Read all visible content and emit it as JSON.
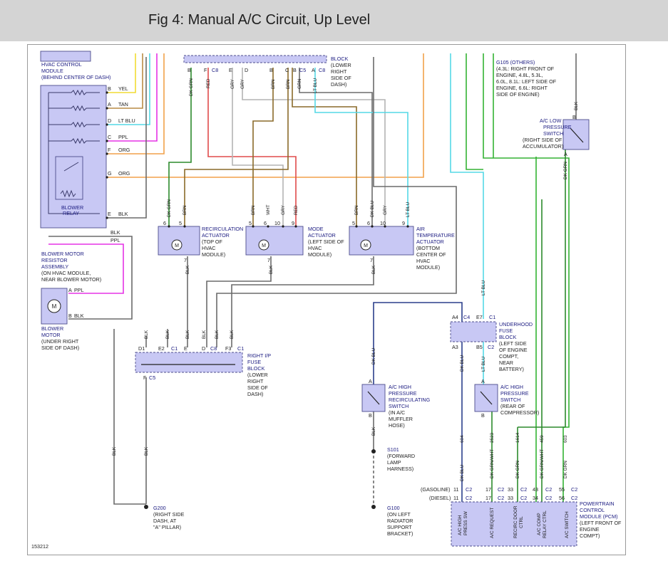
{
  "header": {
    "title": "Fig 4: Manual A/C Circuit, Up Level"
  },
  "figure_id": "153212",
  "colors": {
    "blk": "#6b6b6b",
    "yel": "#f2dc33",
    "tan": "#b98c45",
    "ltblu": "#55d8e6",
    "ppl": "#e533e5",
    "org": "#f2a14a",
    "dkgrn": "#2c8a2c",
    "brn": "#8a6a2a",
    "red": "#e04b4b",
    "gry": "#b4b4b4",
    "dkblu": "#2b3f8c",
    "wht": "#cfcfcf",
    "grn": "#33b233",
    "component": "#c8c8f4"
  },
  "components": {
    "hvac_module": [
      "HVAC CONTROL",
      "MODULE",
      "(BEHIND CENTER OF DASH)"
    ],
    "top_block": [
      "BLOCK",
      "(LOWER",
      "RIGHT",
      "SIDE OF",
      "DASH)"
    ],
    "g105": [
      "G105 (OTHERS)",
      "(4.3L: RIGHT FRONT OF",
      "ENGINE, 4.8L, 5.3L,",
      "6.0L, 8.1L: LEFT SIDE OF",
      "ENGINE, 6.6L: RIGHT",
      "SIDE OF ENGINE)"
    ],
    "low_pressure_switch": [
      "A/C LOW",
      "PRESSURE",
      "SWITCH",
      "(RIGHT SIDE OF",
      "ACCUMULATOR)"
    ],
    "blower_relay": [
      "BLOWER",
      "RELAY"
    ],
    "blower_resistor": [
      "BLOWER MOTOR",
      "RESISTOR",
      "ASSEMBLY",
      "(ON HVAC MODULE,",
      "NEAR BLOWER MOTOR)"
    ],
    "recirc_actuator": [
      "RECIRCULATION",
      "ACTUATOR",
      "(TOP OF",
      "HVAC",
      "MODULE)"
    ],
    "mode_actuator": [
      "MODE",
      "ACTUATOR",
      "(LEFT SIDE OF",
      "HVAC",
      "MODULE)"
    ],
    "air_temp_actuator": [
      "AIR",
      "TEMPERATURE",
      "ACTUATOR",
      "(BOTTOM",
      "CENTER OF",
      "HVAC",
      "MODULE)"
    ],
    "blower_motor": [
      "BLOWER",
      "MOTOR",
      "(UNDER RIGHT",
      "SIDE OF DASH)"
    ],
    "underhood_fuse": [
      "UNDERHOOD",
      "FUSE",
      "BLOCK",
      "(LEFT SIDE",
      "OF ENGINE",
      "COMPT,",
      "NEAR",
      "BATTERY)"
    ],
    "right_ip_fuse": [
      "RIGHT I/P",
      "FUSE",
      "BLOCK",
      "(LOWER",
      "RIGHT",
      "SIDE OF",
      "DASH)"
    ],
    "high_pressure_recirc": [
      "A/C HIGH",
      "PRESSURE",
      "RECIRCULATING",
      "SWITCH",
      "(IN A/C",
      "MUFFLER",
      "HOSE)"
    ],
    "high_pressure_switch": [
      "A/C HIGH",
      "PRESSURE",
      "SWITCH",
      "(REAR OF",
      "COMPRESSOR)"
    ],
    "s101": [
      "S101",
      "(FORWARD",
      "LAMP",
      "HARNESS)"
    ],
    "g200": [
      "G200",
      "(RIGHT SIDE",
      "DASH, AT",
      "\"A\" PILLAR)"
    ],
    "g100": [
      "G100",
      "(ON LEFT",
      "RADIATOR",
      "SUPPORT",
      "BRACKET)"
    ],
    "pcm": [
      "POWERTRAIN",
      "CONTROL",
      "MODULE (PCM)",
      "(LEFT FRONT OF",
      "ENGINE",
      "COMPT)"
    ]
  },
  "wires": {
    "hvac_yel": "YEL",
    "hvac_tan": "TAN",
    "hvac_ltblu": "LT BLU",
    "hvac_ppl": "PPL",
    "hvac_org1": "ORG",
    "hvac_org2": "ORG",
    "hvac_blk": "BLK",
    "res_blk": "BLK",
    "res_ppl": "PPL",
    "motor_ppl": "PPL",
    "motor_blk": "BLK",
    "top_dkgrn": "DK GRN",
    "top_red": "RED",
    "top_gry1": "GRY",
    "top_gry2": "GRY",
    "top_brn1": "BRN",
    "top_brn2": "BRN",
    "top_grn": "GRN",
    "top_ltblu": "LT BLU",
    "low_blk": "BLK",
    "low_dkgrn": "DK GRN",
    "rec_dkgrn": "DK GRN",
    "rec_brn": "BRN",
    "mode_brn": "BRN",
    "mode_wht": "WHT",
    "mode_gry": "GRY",
    "mode_red": "RED",
    "air_brn": "BRN",
    "air_dkblu": "DK BLU",
    "air_gry": "GRY",
    "air_ltblu": "LT BLU",
    "rec_blk": "BLK",
    "mode_blk": "BLK",
    "air_blk": "BLK",
    "fuse_blk1": "BLK",
    "fuse_blk2": "BLK",
    "fuse_blk3": "BLK",
    "fuse_blk4": "BLK",
    "fuse_blk5": "BLK",
    "fuse_blk6": "BLK",
    "fuse_out_blk": "BLK",
    "g200_blk": "BLK",
    "hpr_dkblu": "DK BLU",
    "hpr_blk": "BLK",
    "uh_ltblu": "LT BLU",
    "uh_dkblu": "DK BLU",
    "uh_ltblu2": "LT BLU",
    "pcm_dkblu": "DK BLU",
    "pcm_dkgrnwht": "DK GRN/WHT",
    "pcm_dkgrn": "DK GRN",
    "pcm_dkgrnwht2": "DK GRN/WHT",
    "pcm_dkgrn2": "DK GRN"
  },
  "circuits": {
    "c604": "604",
    "c2523": "2523",
    "c1614": "1614",
    "c459": "459",
    "c603": "603"
  },
  "pins": {
    "hvac_b": "B",
    "hvac_a": "A",
    "hvac_d": "D",
    "hvac_c": "C",
    "hvac_f": "F",
    "hvac_g": "G",
    "hvac_e": "E",
    "top_b": "B",
    "top_f": "F",
    "top_e": "E",
    "top_d": "D",
    "top_b2": "B",
    "top_c": "C",
    "top_b3": "B",
    "top_a": "A",
    "c8_1": "C8",
    "c5": "C5",
    "c8_2": "C8",
    "low_b": "B",
    "low_a": "A",
    "rec_6": "6",
    "rec_5": "5",
    "rec_7": "7",
    "mode_5": "5",
    "mode_6": "6",
    "mode_10": "10",
    "mode_9": "9",
    "mode_7": "7",
    "air_5": "5",
    "air_6": "6",
    "air_10": "10",
    "air_9": "9",
    "air_7": "7",
    "motor_a": "A",
    "motor_b": "B",
    "fuse_d1": "D1",
    "fuse_e2": "E2",
    "fuse_c1a": "C1",
    "fuse_e": "E",
    "fuse_d": "D",
    "fuse_c8": "C8",
    "fuse_f3": "F3",
    "fuse_c1b": "C1",
    "fuse_f": "F",
    "fuse_c5": "C5",
    "uh_a4": "A4",
    "uh_c4": "C4",
    "uh_e7": "E7",
    "uh_c1": "C1",
    "uh_a3": "A3",
    "uh_b5": "B5",
    "uh_c2": "C2",
    "hpr_a": "A",
    "hpr_b": "B",
    "hp_a": "A",
    "hp_b": "B",
    "row_gasoline": "(GASOLINE)",
    "row_diesel": "(DIESEL)",
    "gas_11": "11",
    "gas_17": "17",
    "gas_33": "33",
    "gas_43": "43",
    "gas_55": "55",
    "die_11": "11",
    "die_17": "17",
    "die_33": "33",
    "die_34": "34",
    "die_56": "56",
    "conn_c2": "C2"
  },
  "pcm_inputs": [
    [
      "A/C HIGH",
      "PRESS SW"
    ],
    [
      "A/C REQUEST"
    ],
    [
      "RECIRC DOOR",
      "CTRL"
    ],
    [
      "A/C COMP",
      "RELAY CTRL"
    ],
    [
      "A/C SWITCH"
    ]
  ]
}
